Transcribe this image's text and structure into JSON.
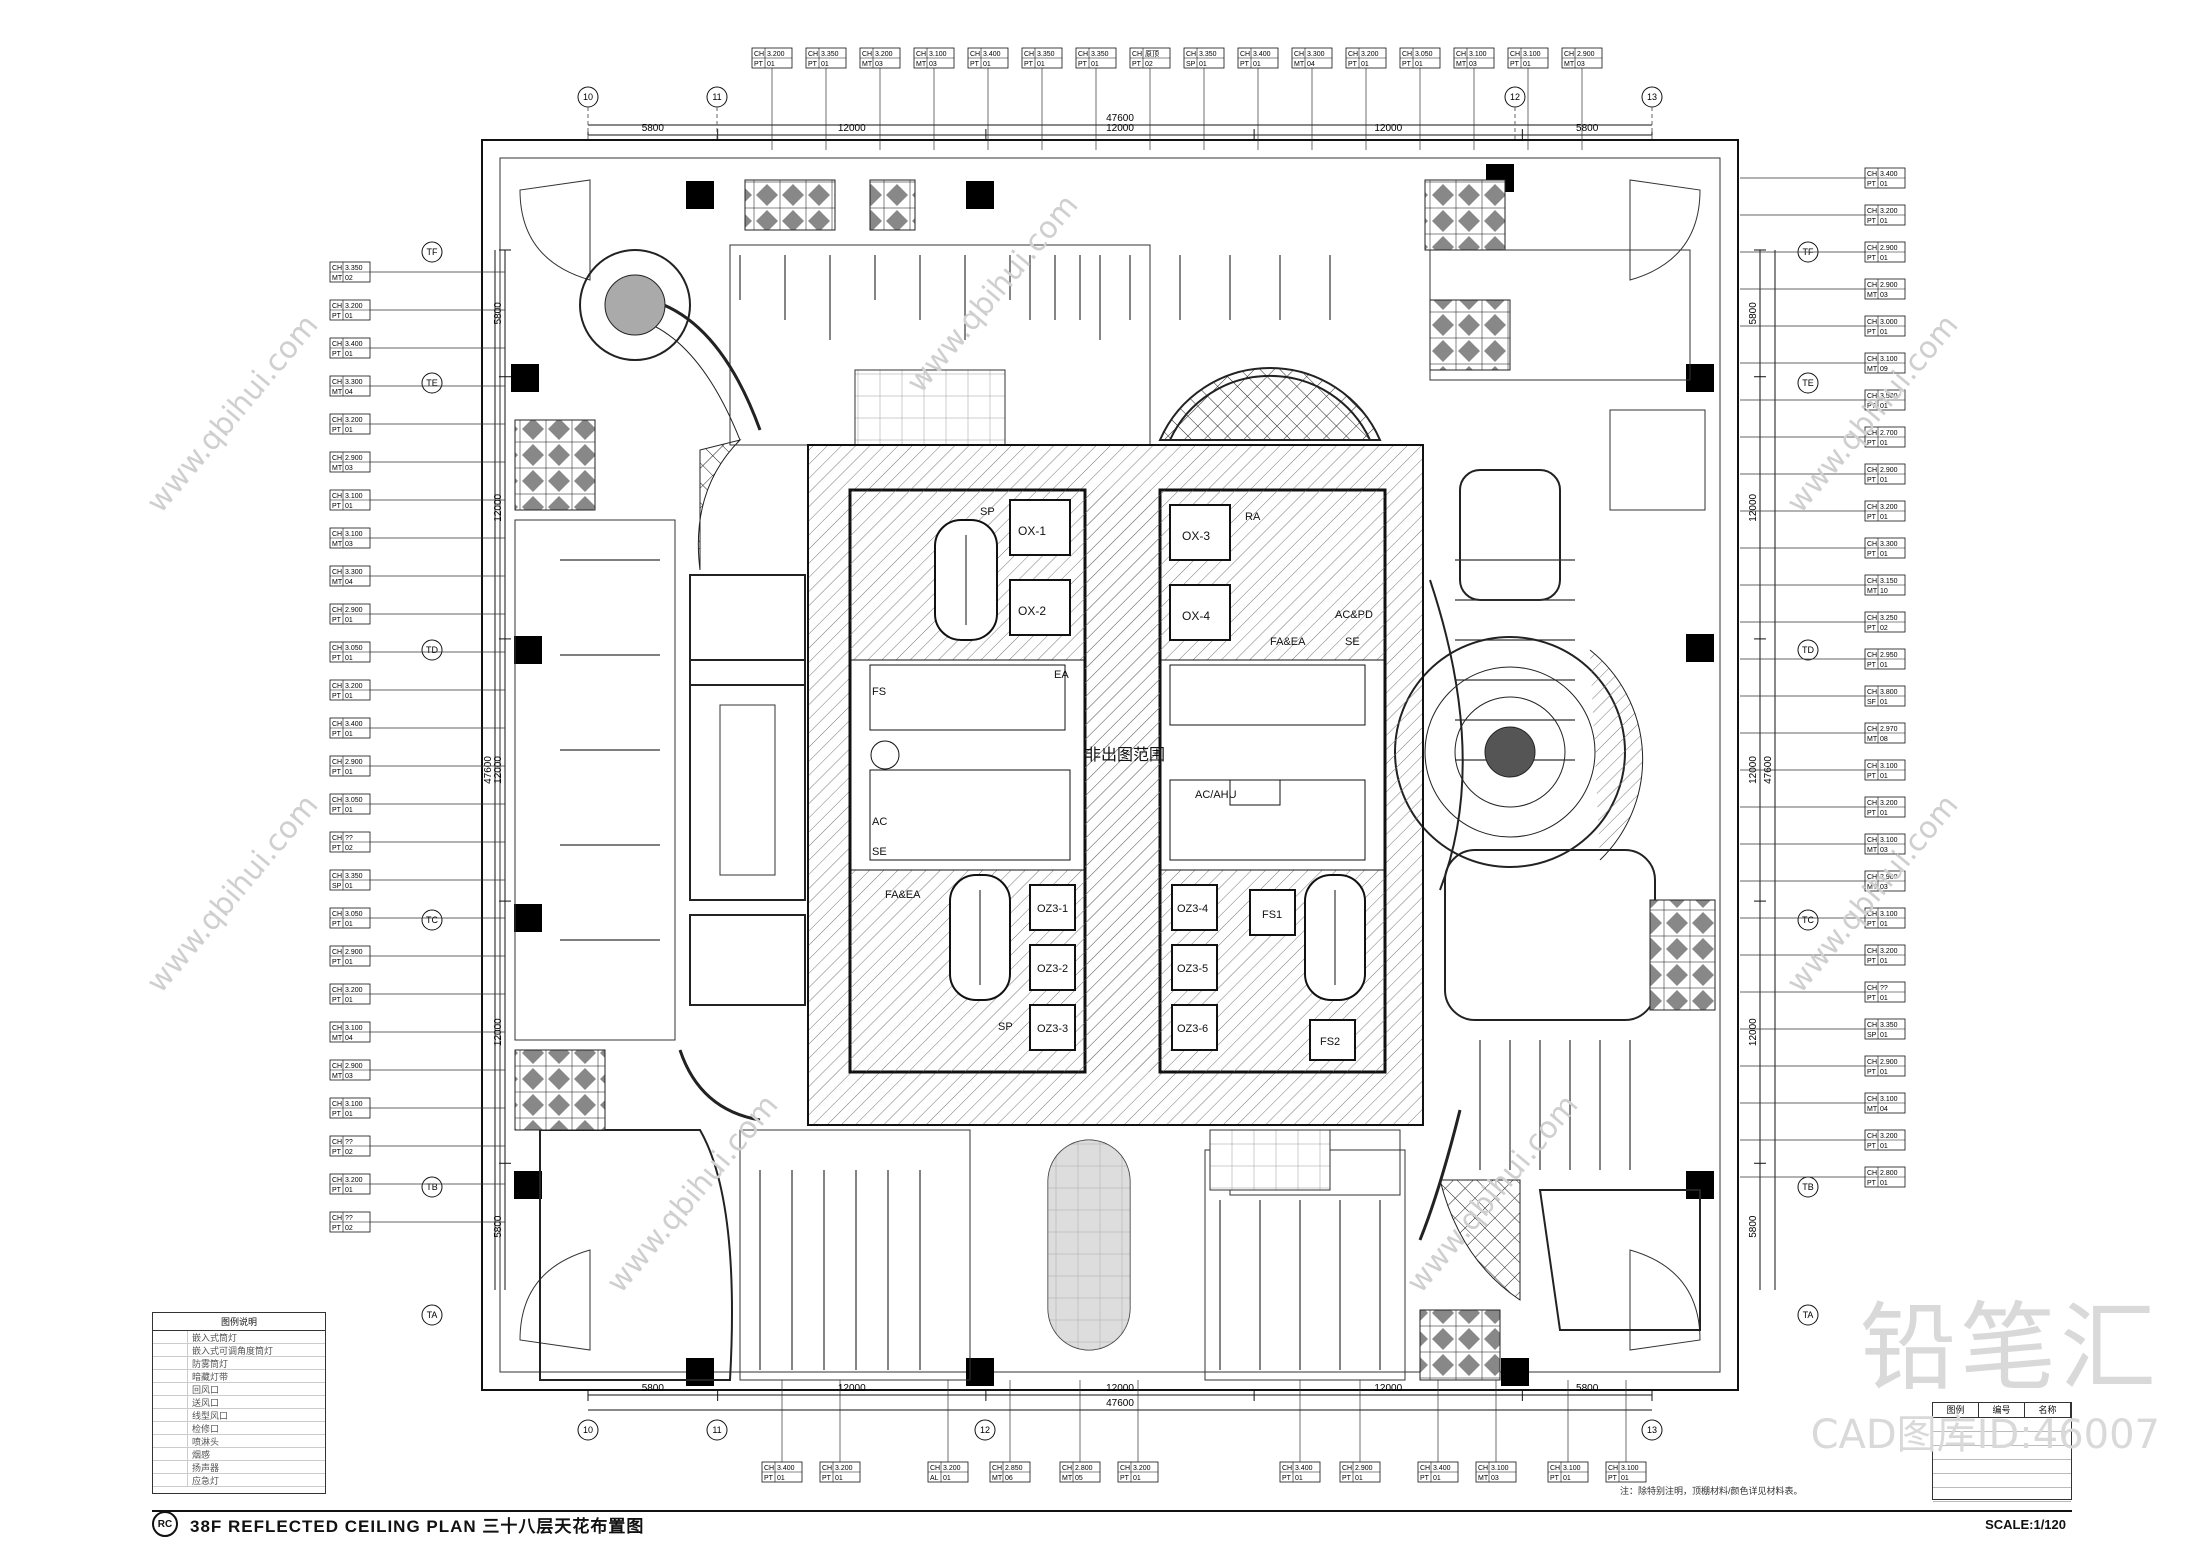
{
  "drawing": {
    "title": "38F REFLECTED CEILING PLAN 三十八层天花布置图",
    "marker": "RC",
    "scale": "SCALE:1/120",
    "center_label": "非出图范围",
    "note": "注：除特别注明，顶棚材料/颜色详见材料表。"
  },
  "dimensions": {
    "top": [
      "5800",
      "12000",
      "12000",
      "12000",
      "5800"
    ],
    "top_total": "47600",
    "bottom": [
      "5800",
      "12000",
      "12000",
      "12000",
      "5800"
    ],
    "bottom_total": "47600",
    "left": [
      "5800",
      "12000",
      "12000",
      "12000",
      "5800"
    ],
    "left_total": "47600",
    "right": [
      "5800",
      "12000",
      "12000",
      "12000",
      "5800"
    ],
    "right_total": "47600"
  },
  "rooms": {
    "core_left": [
      "OX-1",
      "OX-2",
      "OZ3-1",
      "OZ3-2",
      "OZ3-3"
    ],
    "core_right": [
      "OX-3",
      "OX-4",
      "OZ3-4",
      "OZ3-5",
      "OZ3-6",
      "FS1",
      "FS2"
    ],
    "labels": [
      "SP",
      "EA",
      "FS",
      "AC",
      "SE",
      "FA&EA",
      "RA",
      "AC&PD",
      "AC/AHU",
      "SP"
    ]
  },
  "tags_top": [
    {
      "ch": "CH|3.200",
      "m": "PT|01"
    },
    {
      "ch": "CH|3.350",
      "m": "PT|01"
    },
    {
      "ch": "CH|3.200",
      "m": "MT|03"
    },
    {
      "ch": "CH|3.100",
      "m": "MT|03"
    },
    {
      "ch": "CH|3.400",
      "m": "PT|01"
    },
    {
      "ch": "CH|3.350",
      "m": "PT|01"
    },
    {
      "ch": "CH|3.350",
      "m": "PT|01"
    },
    {
      "ch": "CH|原顶",
      "m": "PT|02"
    },
    {
      "ch": "CH|3.350",
      "m": "SP|01"
    },
    {
      "ch": "CH|3.400",
      "m": "PT|01"
    },
    {
      "ch": "CH|3.300",
      "m": "MT|04"
    },
    {
      "ch": "CH|3.200",
      "m": "PT|01"
    },
    {
      "ch": "CH|3.050",
      "m": "PT|01"
    },
    {
      "ch": "CH|3.100",
      "m": "MT|03"
    },
    {
      "ch": "CH|3.100",
      "m": "PT|01"
    },
    {
      "ch": "CH|2.900",
      "m": "MT|03"
    }
  ],
  "tags_bottom": [
    {
      "ch": "CH|3.400",
      "m": "PT|01"
    },
    {
      "ch": "CH|3.200",
      "m": "PT|01"
    },
    {
      "ch": "CH|3.200",
      "m": "AL|01"
    },
    {
      "ch": "CH|2.850",
      "m": "MT|06"
    },
    {
      "ch": "CH|2.800",
      "m": "MT|05"
    },
    {
      "ch": "CH|3.200",
      "m": "PT|01"
    },
    {
      "ch": "CH|3.400",
      "m": "PT|01"
    },
    {
      "ch": "CH|2.900",
      "m": "PT|01"
    },
    {
      "ch": "CH|3.400",
      "m": "PT|01"
    },
    {
      "ch": "CH|3.100",
      "m": "MT|03"
    },
    {
      "ch": "CH|3.100",
      "m": "PT|01"
    },
    {
      "ch": "CH|3.100",
      "m": "PT|01"
    }
  ],
  "tags_left": [
    {
      "ch": "CH|3.350",
      "m": "MT|02"
    },
    {
      "ch": "CH|3.200",
      "m": "PT|01"
    },
    {
      "ch": "CH|3.400",
      "m": "PT|01"
    },
    {
      "ch": "CH|3.300",
      "m": "MT|04"
    },
    {
      "ch": "CH|3.200",
      "m": "PT|01"
    },
    {
      "ch": "CH|2.900",
      "m": "MT|03"
    },
    {
      "ch": "CH|3.100",
      "m": "PT|01"
    },
    {
      "ch": "CH|3.100",
      "m": "MT|03"
    },
    {
      "ch": "CH|3.300",
      "m": "MT|04"
    },
    {
      "ch": "CH|2.900",
      "m": "PT|01"
    },
    {
      "ch": "CH|3.050",
      "m": "PT|01"
    },
    {
      "ch": "CH|3.200",
      "m": "PT|01"
    },
    {
      "ch": "CH|3.400",
      "m": "PT|01"
    },
    {
      "ch": "CH|2.900",
      "m": "PT|01"
    },
    {
      "ch": "CH|3.050",
      "m": "PT|01"
    },
    {
      "ch": "CH|??",
      "m": "PT|02"
    },
    {
      "ch": "CH|3.350",
      "m": "SP|01"
    },
    {
      "ch": "CH|3.050",
      "m": "PT|01"
    },
    {
      "ch": "CH|2.900",
      "m": "PT|01"
    },
    {
      "ch": "CH|3.200",
      "m": "PT|01"
    },
    {
      "ch": "CH|3.100",
      "m": "MT|04"
    },
    {
      "ch": "CH|2.900",
      "m": "MT|03"
    },
    {
      "ch": "CH|3.100",
      "m": "PT|01"
    },
    {
      "ch": "CH|??",
      "m": "PT|02"
    },
    {
      "ch": "CH|3.200",
      "m": "PT|01"
    },
    {
      "ch": "CH|??",
      "m": "PT|02"
    }
  ],
  "tags_right": [
    {
      "ch": "CH|3.400",
      "m": "PT|01"
    },
    {
      "ch": "CH|3.200",
      "m": "PT|01"
    },
    {
      "ch": "CH|2.900",
      "m": "PT|01"
    },
    {
      "ch": "CH|2.900",
      "m": "MT|03"
    },
    {
      "ch": "CH|3.000",
      "m": "PT|01"
    },
    {
      "ch": "CH|3.100",
      "m": "MT|09"
    },
    {
      "ch": "CH|3.500",
      "m": "PT|01"
    },
    {
      "ch": "CH|2.700",
      "m": "PT|01"
    },
    {
      "ch": "CH|2.900",
      "m": "PT|01"
    },
    {
      "ch": "CH|3.200",
      "m": "PT|01"
    },
    {
      "ch": "CH|3.300",
      "m": "PT|01"
    },
    {
      "ch": "CH|3.150",
      "m": "MT|10"
    },
    {
      "ch": "CH|3.250",
      "m": "PT|02"
    },
    {
      "ch": "CH|2.950",
      "m": "PT|01"
    },
    {
      "ch": "CH|3.800",
      "m": "SF|01"
    },
    {
      "ch": "CH|2.970",
      "m": "MT|08"
    },
    {
      "ch": "CH|3.100",
      "m": "PT|01"
    },
    {
      "ch": "CH|3.200",
      "m": "PT|01"
    },
    {
      "ch": "CH|3.100",
      "m": "MT|03"
    },
    {
      "ch": "CH|2.900",
      "m": "MT|03"
    },
    {
      "ch": "CH|3.100",
      "m": "PT|01"
    },
    {
      "ch": "CH|3.200",
      "m": "PT|01"
    },
    {
      "ch": "CH|??",
      "m": "PT|01"
    },
    {
      "ch": "CH|3.350",
      "m": "SP|01"
    },
    {
      "ch": "CH|2.900",
      "m": "PT|01"
    },
    {
      "ch": "CH|3.100",
      "m": "MT|04"
    },
    {
      "ch": "CH|3.200",
      "m": "PT|01"
    },
    {
      "ch": "CH|2.800",
      "m": "PT|01"
    }
  ],
  "grid_top": [
    "10",
    "11",
    "12",
    "13"
  ],
  "grid_bottom": [
    "10",
    "11",
    "12",
    "13"
  ],
  "grid_left": [
    "TF",
    "TE",
    "TD",
    "TC",
    "TB",
    "TA"
  ],
  "grid_right": [
    "TF",
    "TE",
    "TD",
    "TC",
    "TB",
    "TA"
  ],
  "watermark": {
    "text_cn": "铅笔汇",
    "text_en": "CAD图库ID:46007",
    "url": "www.qbihui.com"
  },
  "legend": {
    "header": "图例说明",
    "rows": [
      "嵌入式筒灯",
      "嵌入式可调角度筒灯",
      "防雾筒灯",
      "暗藏灯带",
      "回风口",
      "送风口",
      "线型风口",
      "检修口",
      "喷淋头",
      "烟感",
      "扬声器",
      "应急灯"
    ]
  },
  "titleblock": {
    "headers": [
      "图例",
      "编号",
      "名称"
    ]
  }
}
